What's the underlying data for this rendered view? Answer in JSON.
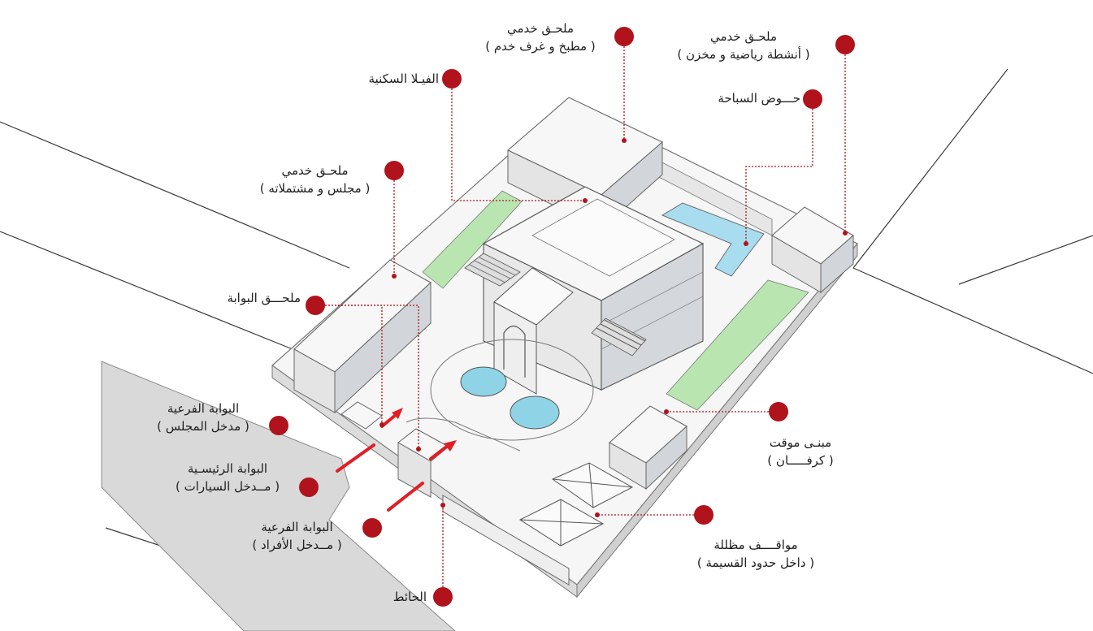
{
  "labels": {
    "service_annex_kitchen": {
      "title": "ملحـق خدمي",
      "sub": "( مطبخ و غرف خدم )"
    },
    "service_annex_sports": {
      "title": "ملحـق خدمي",
      "sub": "( أنشطة رياضية و مخزن )"
    },
    "residential_villa": {
      "title": "الفيـلا السكنية"
    },
    "swimming_pool": {
      "title": "حـــوض السباحة"
    },
    "service_annex_majlis": {
      "title": "ملحـق خدمي",
      "sub": "( مجلس و مشتملاته )"
    },
    "gate_annex": {
      "title": "ملحـــق البوابة"
    },
    "sub_gate_majlis": {
      "title": "البوابة الفرعية",
      "sub": "( مدخل المجلس )"
    },
    "main_gate": {
      "title": "البوابة الرئيسـية",
      "sub": "( مــدخل السيارات )"
    },
    "sub_gate_individuals": {
      "title": "البوابة الفرعية",
      "sub": "( مــدخل الأفراد )"
    },
    "wall": {
      "title": "الحائط"
    },
    "temporary_building": {
      "title": "مبنـى موقت",
      "sub": "( كرفـــــان )"
    },
    "shaded_parking": {
      "title": "مواقــــف مظللة",
      "sub": "( داخل حدود القسيمة )"
    }
  },
  "colors": {
    "marker": "#b0131c",
    "arrow": "#e01e26",
    "pool": "#8fd3e6",
    "lawn": "#b9e6b0",
    "road": "#dcdcdc",
    "building": "#f3f3f3",
    "building_shadow": "#cfd2d6"
  }
}
